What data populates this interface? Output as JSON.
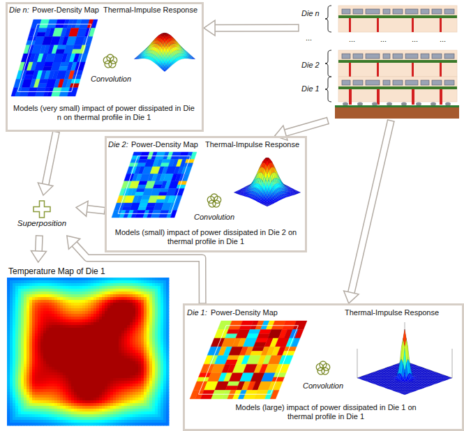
{
  "diagram": {
    "nodes": [
      {
        "text": [
          "Die n:",
          "Power-Density Map",
          "Thermal-Impulse Response",
          "Convolution",
          "Models (very small) impact of power dissipated in Die n on thermal profile in Die 1"
        ]
      },
      {
        "text": [
          "Die n",
          "Die 2",
          "Die 1"
        ]
      },
      {
        "text": [
          "Die 2:",
          "Power-Density Map",
          "Thermal-Impulse Response",
          "Convolution",
          "Models (small) impact of power dissipated in Die 2 on thermal profile in Die 1"
        ]
      },
      {
        "text": [
          "Superposition"
        ]
      },
      {
        "text": [
          "Temperature Map of Die 1"
        ]
      },
      {
        "text": [
          "Die 1:",
          "Power-Density Map",
          "Thermal-Impulse Response",
          "Convolution",
          "Models (large) impact of power dissipated in Die 1 on thermal profile in Die 1"
        ]
      }
    ],
    "edges": [
      {
        "from": 1,
        "to": 0,
        "arrow": "to"
      },
      {
        "from": 1,
        "to": 2,
        "arrow": "to"
      },
      {
        "from": 1,
        "to": 5,
        "arrow": "to"
      },
      {
        "from": 0,
        "to": 3,
        "arrow": "to"
      },
      {
        "from": 2,
        "to": 3,
        "arrow": "to"
      },
      {
        "from": 5,
        "to": 3,
        "arrow": "to"
      },
      {
        "from": 3,
        "to": 4,
        "arrow": "to"
      }
    ],
    "labels": [
      "...",
      "...",
      "...",
      "...",
      "..."
    ]
  }
}
